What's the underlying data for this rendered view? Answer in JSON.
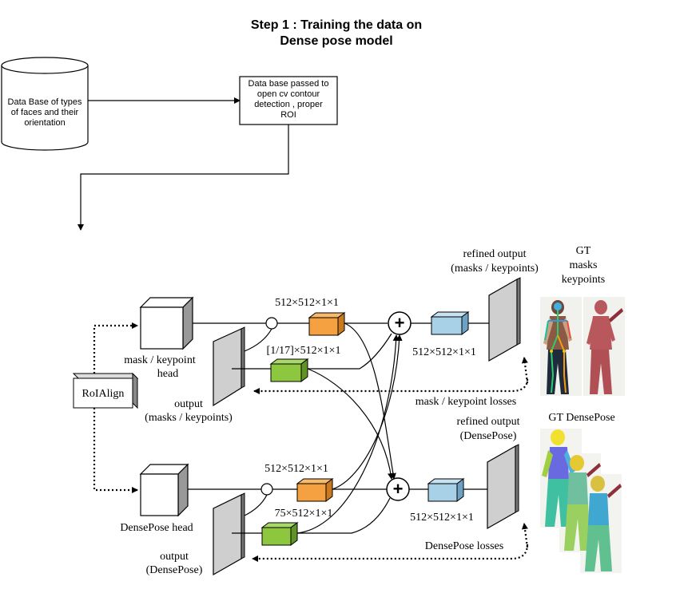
{
  "title": {
    "line1": "Step 1 : Training the data on",
    "line2": "Dense pose model"
  },
  "database": {
    "line1": "Data Base of types",
    "line2": "of faces and their",
    "line3": "orientation"
  },
  "process_box": {
    "line1": "Data base passed to",
    "line2": "open cv contour",
    "line3": "detection , proper",
    "line4": "ROI"
  },
  "roialign_label": "RoIAlign",
  "mask_head": {
    "line1": "mask / keypoint",
    "line2": "head"
  },
  "densepose_head_label": "DensePose head",
  "output_masks": {
    "line1": "output",
    "line2": "(masks / keypoints)"
  },
  "output_densepose": {
    "line1": "output",
    "line2": "(DensePose)"
  },
  "refined_masks": {
    "line1": "refined output",
    "line2": "(masks / keypoints)"
  },
  "refined_densepose": {
    "line1": "refined output",
    "line2": "(DensePose)"
  },
  "dims": {
    "top_orange": "512×512×1×1",
    "top_green": "[1/17]×512×1×1",
    "top_blue": "512×512×1×1",
    "bottom_orange": "512×512×1×1",
    "bottom_green": "75×512×1×1",
    "bottom_blue": "512×512×1×1"
  },
  "gt_masks": {
    "line1": "GT",
    "line2": "masks",
    "line3": "keypoints"
  },
  "gt_densepose_label": "GT DensePose",
  "losses": {
    "mask": "mask / keypoint losses",
    "densepose": "DensePose losses"
  },
  "colors": {
    "orange": "#f5a142",
    "green": "#8dc63f",
    "blue": "#a8d0e6",
    "gray": "#c8c8c8"
  }
}
